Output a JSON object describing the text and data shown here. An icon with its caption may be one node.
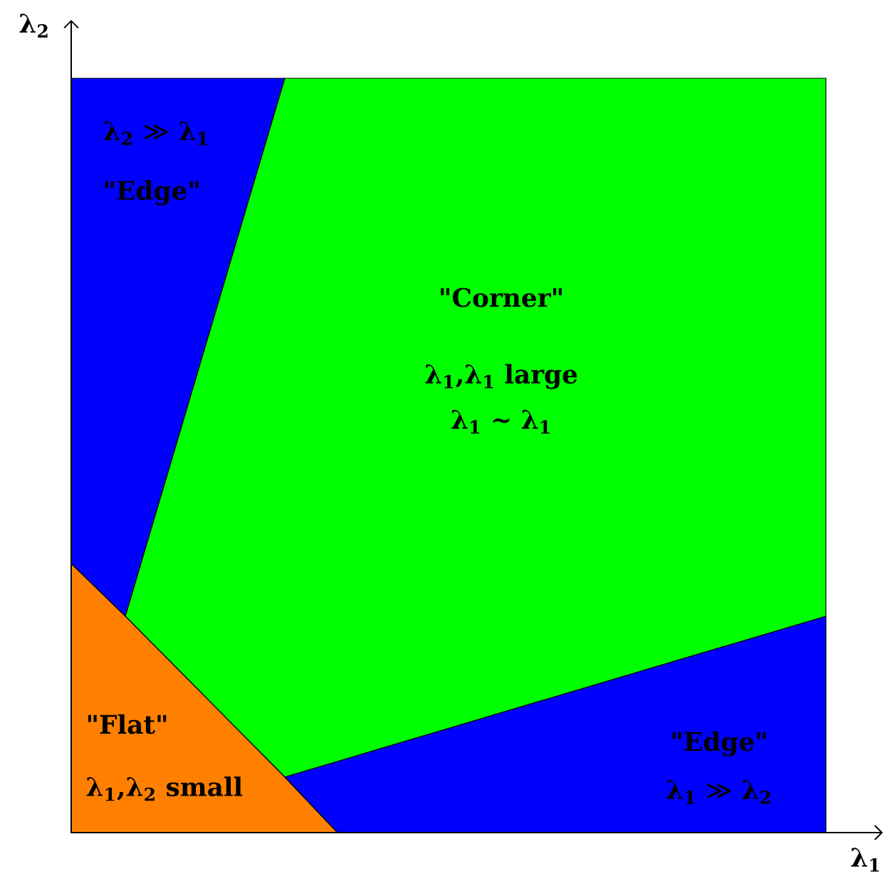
{
  "diagram": {
    "nodes": [
      {
        "text": [
          "λ$_{2}$ ≫ λ$_{1}$",
          "\"Edge\""
        ]
      },
      {
        "text": [
          "\"Corner\"",
          "λ$_{1}$,λ$_{1}$ large",
          "λ$_{1}$ ~ λ$_{1}$"
        ]
      },
      {
        "text": [
          "\"Flat\"",
          "λ$_{1}$,λ$_{2}$ small"
        ]
      },
      {
        "text": [
          "\"Edge\"",
          "λ$_{1}$ ≫ λ$_{2}$"
        ]
      }
    ],
    "labels": [
      "λ$_{2}$",
      "λ$_{1}$"
    ]
  }
}
